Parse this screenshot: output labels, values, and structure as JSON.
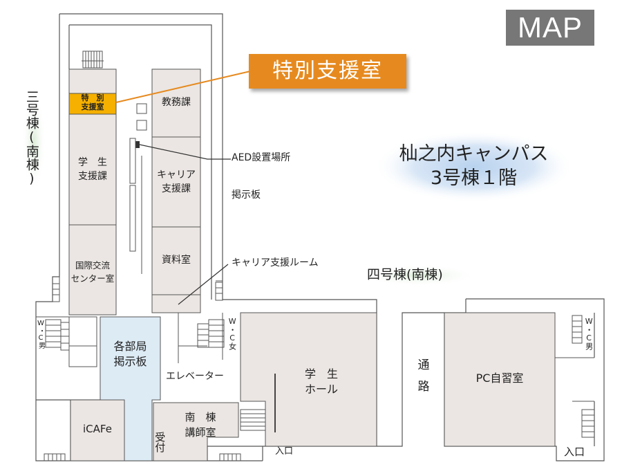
{
  "badge": {
    "label": "MAP"
  },
  "callout": {
    "label": "特別支援室",
    "color": "#e68a1f"
  },
  "campus": {
    "line1": "杣之内キャンパス",
    "line2": "3号棟１階"
  },
  "buildings": {
    "building3": "三号棟(南棟)",
    "building4": "四号棟(南棟)"
  },
  "rooms": {
    "special_support": {
      "line1": "特　別",
      "line2": "支援室"
    },
    "student_support": {
      "line1": "学　生",
      "line2": "支援課"
    },
    "intl_center": {
      "line1": "国際交流",
      "line2": "センター室"
    },
    "academic_affairs": "教務課",
    "career_support": {
      "line1": "キャリア",
      "line2": "支援課"
    },
    "materials": "資料室",
    "notice_board_area": {
      "line1": "各部局",
      "line2": "掲示板"
    },
    "icafe": "iCAFe",
    "lecturer_room": {
      "line1": "南　棟",
      "line2": "講師室"
    },
    "reception": "受付",
    "student_hall": {
      "line1": "学　生",
      "line2": "ホール"
    },
    "passage": "通路",
    "pc_room": "PC自習室"
  },
  "annotations": {
    "aed": "AED設置場所",
    "bulletin": "掲示板",
    "career_room": "キャリア支援ルーム",
    "elevator": "エレベーター"
  },
  "restrooms": {
    "left_men": "W・C男",
    "women": "W・C女",
    "right_men": "W・C男"
  },
  "entrances": {
    "entrance1": "入口",
    "entrance2": "入口"
  },
  "colors": {
    "room_fill": "#ebe6e3",
    "notice_fill": "#ddebf5",
    "highlight": "#f5b000",
    "accent": "#e68a1f",
    "badge": "#777777"
  }
}
